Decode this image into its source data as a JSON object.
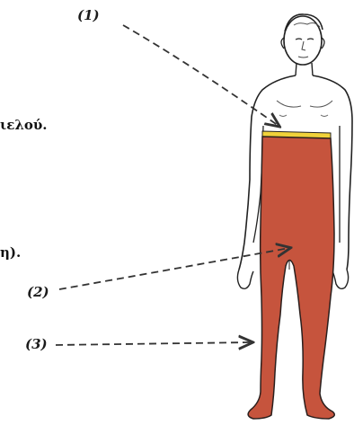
{
  "fragments": {
    "line1": "ιελού.",
    "line2": "η)."
  },
  "labels": {
    "l1": "(1)",
    "l2": "(2)",
    "l3": "(3)"
  },
  "colors": {
    "body_suit": "#c6543d",
    "band": "#f0d23a",
    "outline": "#222222",
    "arrow": "#333333"
  }
}
